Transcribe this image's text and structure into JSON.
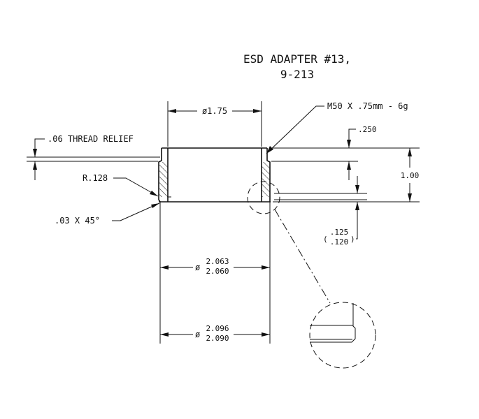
{
  "title": {
    "line1": "ESD ADAPTER #13,",
    "line2": "9-213"
  },
  "dimensions": {
    "top_diameter": "ø1.75",
    "thread": "M50 X .75mm - 6g",
    "thread_relief": ".06 THREAD RELIEF",
    "depth_250": ".250",
    "height": "1.00",
    "radius": "R.128",
    "chamfer": ".03 X 45°",
    "flange_upper": ".125",
    "flange_lower": ".120",
    "inner_diameter_prefix": "ø",
    "inner_diameter_upper": "2.063",
    "inner_diameter_lower": "2.060",
    "outer_diameter_prefix": "ø",
    "outer_diameter_upper": "2.096",
    "outer_diameter_lower": "2.090"
  }
}
